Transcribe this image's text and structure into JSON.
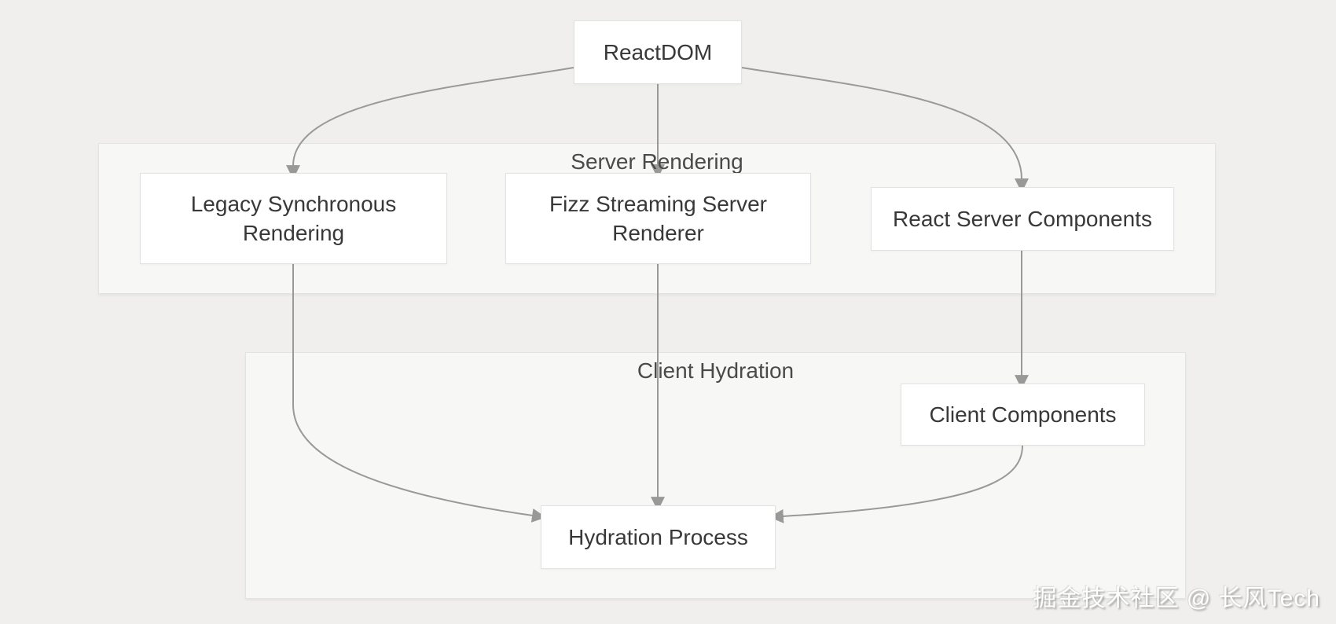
{
  "nodes": {
    "reactdom": {
      "label": "ReactDOM"
    },
    "legacy": {
      "label": "Legacy Synchronous Rendering"
    },
    "fizz": {
      "label": "Fizz Streaming Server Renderer"
    },
    "rsc": {
      "label": "React Server Components"
    },
    "client_components": {
      "label": "Client Components"
    },
    "hydration_process": {
      "label": "Hydration Process"
    }
  },
  "groups": {
    "server_rendering": {
      "label": "Server Rendering"
    },
    "client_hydration": {
      "label": "Client Hydration"
    }
  },
  "edges": [
    {
      "from": "ReactDOM",
      "to": "Legacy Synchronous Rendering"
    },
    {
      "from": "ReactDOM",
      "to": "Fizz Streaming Server Renderer"
    },
    {
      "from": "ReactDOM",
      "to": "React Server Components"
    },
    {
      "from": "Legacy Synchronous Rendering",
      "to": "Hydration Process"
    },
    {
      "from": "Fizz Streaming Server Renderer",
      "to": "Hydration Process"
    },
    {
      "from": "React Server Components",
      "to": "Client Components"
    },
    {
      "from": "Client Components",
      "to": "Hydration Process"
    }
  ],
  "watermark": {
    "text": "掘金技术社区 @ 长风Tech"
  },
  "colors": {
    "page_background": "#f0efed",
    "group_background": "#f7f7f6",
    "group_border": "#e3e3e1",
    "node_background": "#ffffff",
    "node_border": "#e2e2e0",
    "node_text": "#383838",
    "group_label_text": "#4a4a4a",
    "edge": "#999999"
  }
}
